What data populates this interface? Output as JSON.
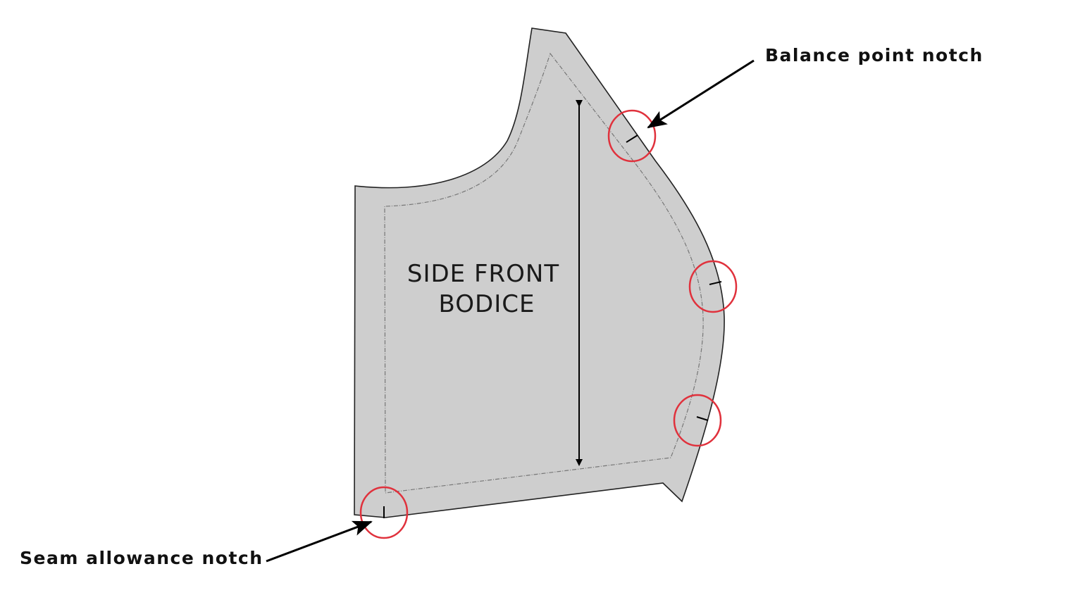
{
  "pattern_piece": {
    "title_line1": "SIDE FRONT",
    "title_line2": "BODICE",
    "fill_color": "#cecece",
    "outline_color": "#222222",
    "seam_line_color": "#777777"
  },
  "callouts": {
    "balance_label": "Balance point notch",
    "seam_label": "Seam allowance notch",
    "highlight_color": "#e0313c"
  },
  "grainline": {
    "arrow_style": "double-headed"
  }
}
